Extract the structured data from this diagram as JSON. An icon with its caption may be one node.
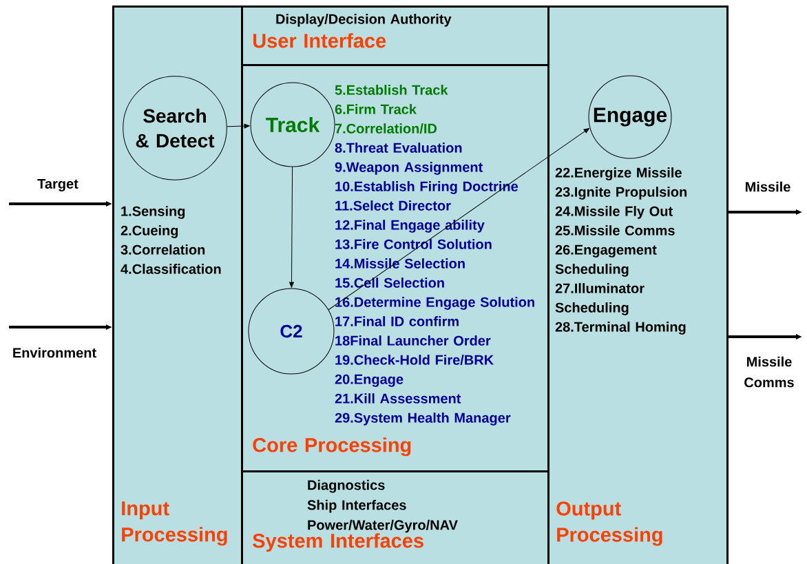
{
  "diagram": {
    "nodes": [
      {
        "text": [
          "1.Sensing",
          "2.Cueing",
          "3.Correlation",
          "4.Classification",
          "Input Processing"
        ]
      },
      {
        "text": [
          "Display/Decision Authority",
          "User Interface"
        ]
      },
      {
        "text": [
          "5.Establish Track",
          "6.Firm Track",
          "7.Correlation/ID",
          "8.Threat Evaluation",
          "9.Weapon Assignment",
          "10.Establish Firing Doctrine",
          "11.Select Director",
          "12.Final Engage ability",
          "13.Fire Control Solution",
          "14.Missile Selection",
          "15.Cell Selection",
          "16.Determine Engage Solution",
          "17.Final ID confirm",
          "18Final Launcher Order",
          "19.Check-Hold Fire/BRK",
          "20.Engage",
          "21.Kill Assessment",
          "29.System Health Manager",
          "Core Processing"
        ]
      },
      {
        "text": [
          "Diagnostics",
          "Ship Interfaces",
          "Power/Water/Gyro/NAV",
          "System Interfaces"
        ]
      },
      {
        "text": [
          "22.Energize Missile",
          "23.Ignite Propulsion",
          "24.Missile Fly Out",
          "25.Missile Comms",
          "26.Engagement Scheduling",
          "27.Illuminator Scheduling",
          "28.Terminal Homing",
          "Output Processing"
        ]
      },
      {
        "text": [
          "Search & Detect"
        ],
        "in": 0
      },
      {
        "text": [
          "Track"
        ],
        "in": 2
      },
      {
        "text": [
          "C2"
        ],
        "in": 2
      },
      {
        "text": [
          "Engage"
        ],
        "in": 4
      }
    ],
    "edges": [
      {
        "from": 5,
        "to": 6,
        "arrow": "to"
      },
      {
        "from": 6,
        "to": 7,
        "arrow": "to"
      },
      {
        "from": 7,
        "to": 8,
        "arrow": "to"
      },
      {
        "from": null,
        "to": 0,
        "arrow": "to",
        "label": "Target"
      },
      {
        "from": null,
        "to": 0,
        "arrow": "to",
        "label": "Environment"
      },
      {
        "from": 4,
        "to": null,
        "arrow": "to",
        "label": "Missile"
      },
      {
        "from": 4,
        "to": null,
        "arrow": "to",
        "label": "Missile Comms"
      }
    ]
  }
}
